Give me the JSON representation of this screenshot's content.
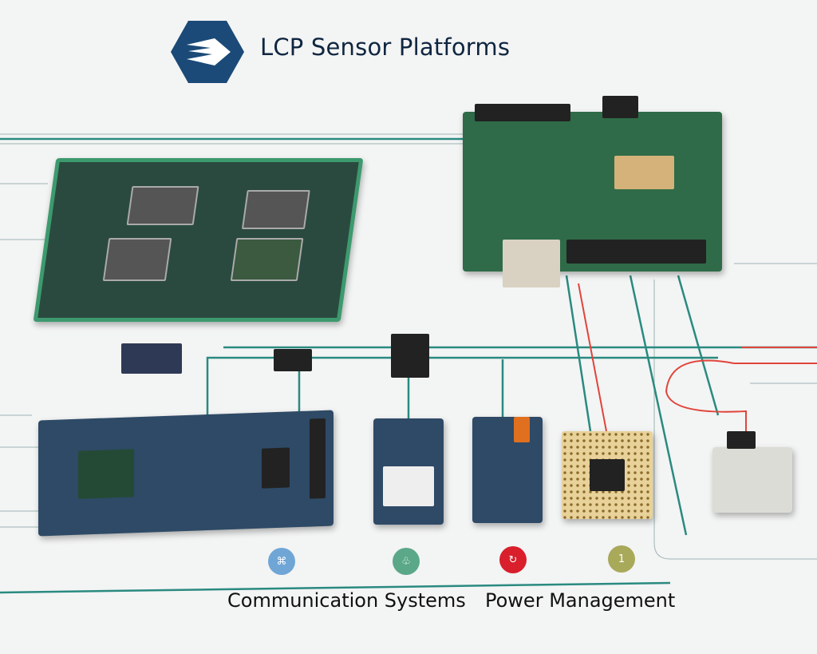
{
  "brand": {
    "name": "LCP Sensor Platforms",
    "logo_color": "#1b4a78"
  },
  "circles": [
    {
      "icon": "network-icon",
      "text": "",
      "color": "#6fa6d6"
    },
    {
      "icon": "tree-icon",
      "text": "",
      "color": "#5aa888"
    },
    {
      "icon": "power-cycle-icon",
      "text": "",
      "color": "#d81f2b"
    },
    {
      "icon": "number-icon",
      "text": "1",
      "color": "#a9a95a"
    }
  ],
  "labels": {
    "left": "Communication Systems",
    "right": "Power Management"
  },
  "colors": {
    "trace": "#2a8a80",
    "red_trace": "#e0443a",
    "pcb_green": "#2f6b48",
    "pcb_blue": "#2e4a66"
  }
}
